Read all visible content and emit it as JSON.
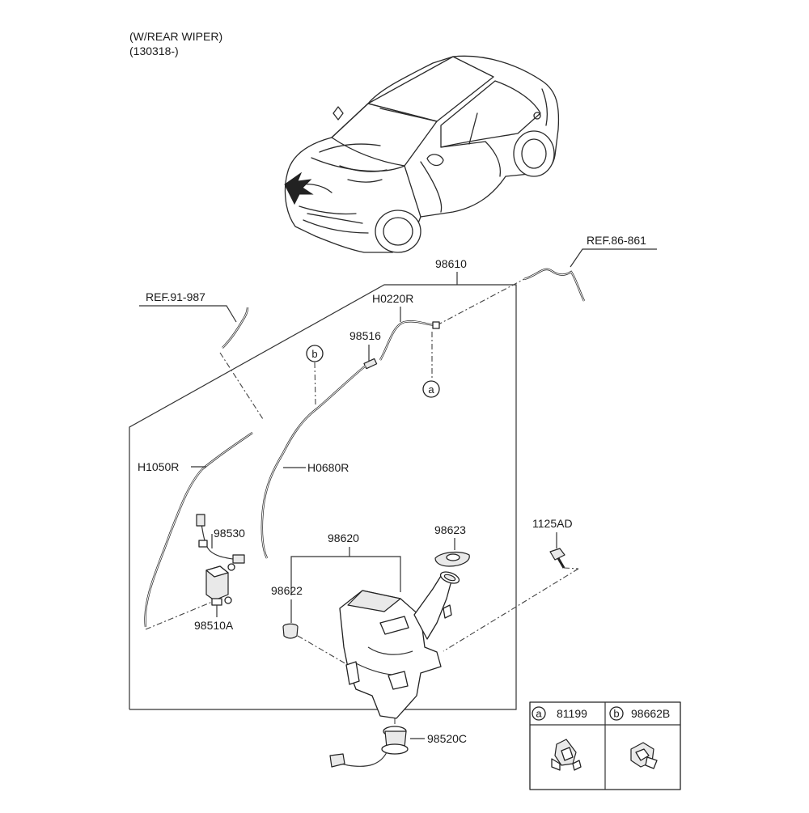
{
  "header": {
    "line1": "(W/REAR WIPER)",
    "line2": "(130318-)"
  },
  "refs": {
    "ref_86": "REF.86-861",
    "ref_91": "REF.91-987"
  },
  "parts": {
    "p98610": "98610",
    "h0220r": "H0220R",
    "p98516": "98516",
    "h1050r": "H1050R",
    "h0680r": "H0680R",
    "p98530": "98530",
    "p98510a": "98510A",
    "p98620": "98620",
    "p98623": "98623",
    "p98622": "98622",
    "p1125ad": "1125AD",
    "p98520c": "98520C"
  },
  "markers": {
    "a": "a",
    "b": "b"
  },
  "legend": {
    "a_part": "81199",
    "b_part": "98662B"
  }
}
